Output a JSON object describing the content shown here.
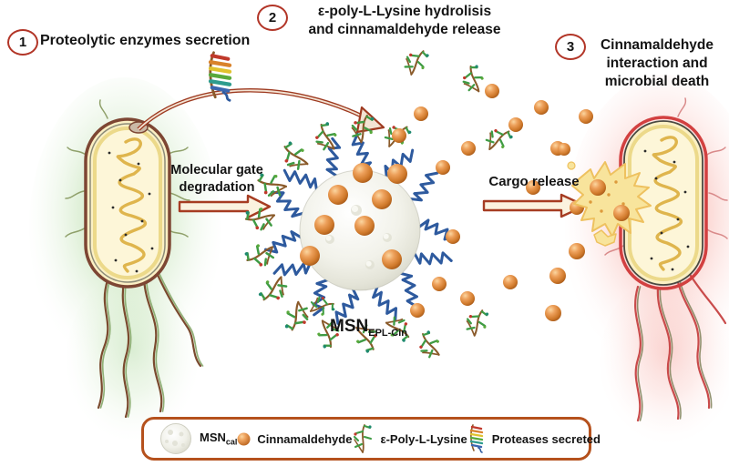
{
  "steps": [
    {
      "number": "1",
      "lines": [
        "Proteolytic enzymes secretion"
      ]
    },
    {
      "number": "2",
      "lines": [
        "ε-poly-L-Lysine hydrolisis",
        "and cinnamaldehyde release"
      ]
    },
    {
      "number": "3",
      "lines": [
        "Cinnamaldehyde",
        "interaction and",
        "microbial death"
      ]
    }
  ],
  "process_arrows": {
    "molecular_gate": {
      "lines": [
        "Molecular gate",
        "degradation"
      ]
    },
    "cargo_release": {
      "lines": [
        "Cargo release"
      ]
    }
  },
  "nanoparticle": {
    "label_base": "MSN",
    "label_sub": "EPL-Cin"
  },
  "legend": {
    "msn": {
      "label_base": "MSN",
      "label_sub": "cal"
    },
    "cinnamaldehyde": {
      "label": "Cinnamaldehyde"
    },
    "epl": {
      "label": "ε-Poly-L-Lysine"
    },
    "proteases": {
      "label": "Proteases secreted"
    }
  },
  "icons": {
    "msn_core": "white-porous-sphere-icon",
    "cinnamaldehyde": "orange-sphere-icon",
    "epl": "green-branched-polymer-icon",
    "protease": "rainbow-helix-protein-icon"
  },
  "colors": {
    "arrow_accent": "#a63c22",
    "step_badge_outline": "#b23527",
    "cinnamaldehyde_orange": "#d9822b",
    "epl_polymer_blue": "#2e5a9e",
    "healthy_glow_green": "#9ccf86",
    "death_glow_red": "#f08074",
    "bacteria_body_cream": "#fdf3cd",
    "dna_gold": "#dfb54d",
    "legend_border_orange": "#b5511d"
  }
}
